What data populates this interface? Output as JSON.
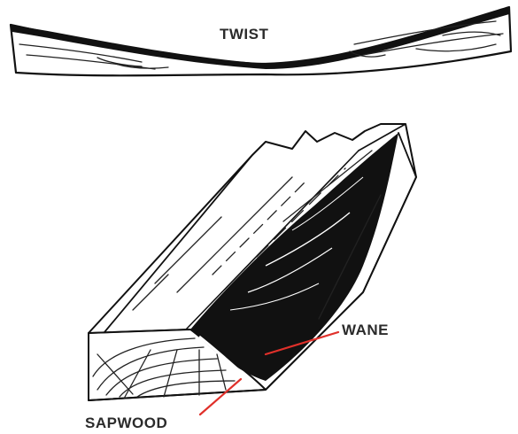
{
  "labels": {
    "twist": "TWIST",
    "wane": "WANE",
    "sapwood": "SAPWOOD"
  },
  "colors": {
    "ink": "#111111",
    "label_text": "#2b2b2b",
    "pointer": "#e0302a"
  }
}
